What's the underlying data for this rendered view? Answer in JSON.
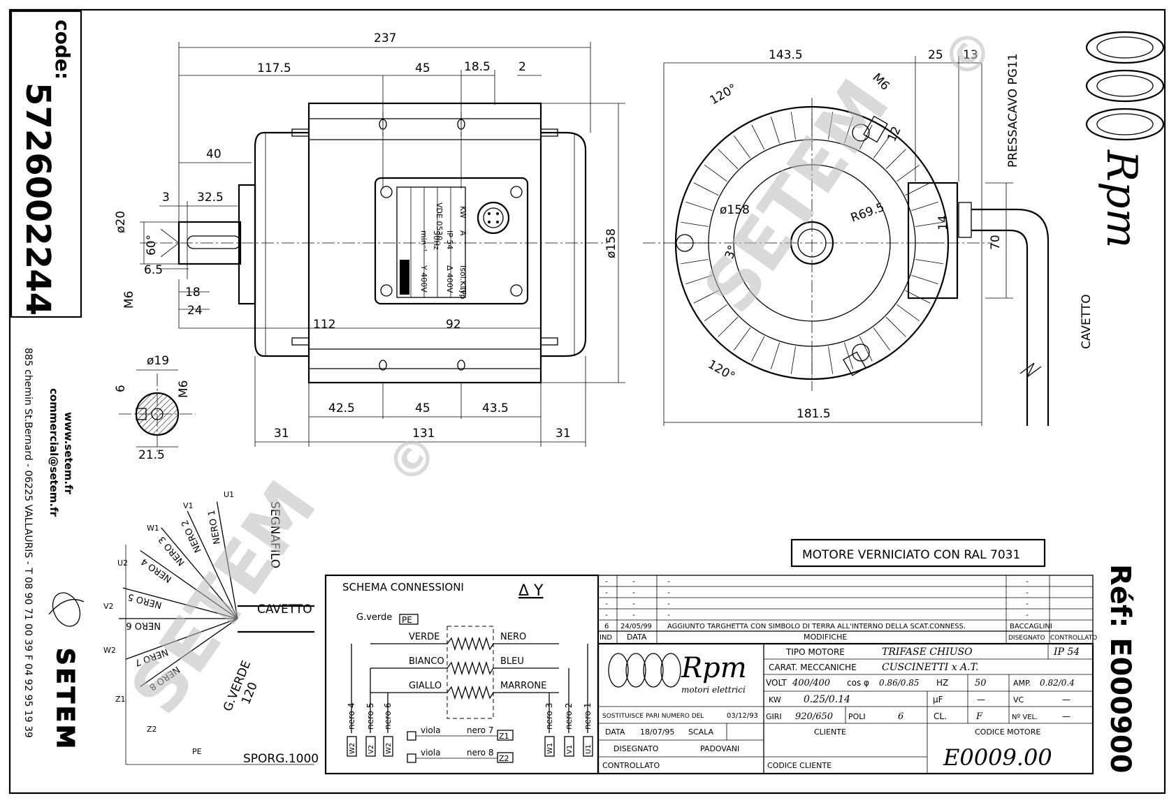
{
  "code": {
    "label": "code:",
    "number": "5726002244"
  },
  "contact": {
    "web": "www.setem.fr",
    "email": "commercial@setem.fr",
    "address": "885 chemin St.Bernard - 06225 VALLAURIS - T 08 90 71 00 39 F 04 92 95 19 39"
  },
  "brand": {
    "setem": "SETEM",
    "watermark": "SETEM",
    "watermark_mark": "©",
    "rpm": "Rpm",
    "rpm_sub": "motori elettrici",
    "ref": "Réf: E000900"
  },
  "front_view": {
    "dims": {
      "overall": "237",
      "d117": "117.5",
      "d45a": "45",
      "d18": "18.5",
      "d2": "2",
      "d40": "40",
      "d3": "3",
      "d32": "32.5",
      "d6_5": "6.5",
      "d18b": "18",
      "d24": "24",
      "d112": "112",
      "d92": "92",
      "d42": "42.5",
      "d45b": "45",
      "d43": "43.5",
      "d31a": "31",
      "d131": "131",
      "d31b": "31",
      "dia158": "ø158",
      "dia20": "ø20",
      "ang60": "60°",
      "m6": "M6"
    },
    "nameplate": {
      "typ_label": "Typ",
      "typ": "VDE 0530",
      "ip": "IP 54",
      "cl": "Isol.Kl.F",
      "v1": "Δ 400V",
      "v2": "Y 400V",
      "hz": "50Hz",
      "rpm": "min⁻¹",
      "kw": "KW",
      "a": "A"
    }
  },
  "shaft_section": {
    "dia": "ø19",
    "w": "6",
    "m6": "M6",
    "d21": "21.5"
  },
  "side_view": {
    "dims": {
      "d143": "143.5",
      "d25": "25",
      "d13": "13",
      "d181": "181.5",
      "m6": "M6",
      "ang120a": "120°",
      "ang120b": "120°",
      "dia158": "ø158",
      "r69": "R69.5",
      "ang3": "3°",
      "d12": "12",
      "d14": "14",
      "d70": "70"
    },
    "pressacavo": "PRESSACAVO PG11",
    "cavetto": "CAVETTO"
  },
  "wiring": {
    "wires": [
      "NERO 1",
      "NERO 2",
      "NERO 3",
      "NERO 4",
      "NERO 5",
      "NERO 6",
      "NERO 7",
      "NERO 8"
    ],
    "terminals": [
      "U1",
      "V1",
      "W1",
      "U2",
      "V2",
      "W2",
      "Z1",
      "Z2",
      "PE"
    ],
    "segnafilo": "SEGNAFILO",
    "cavetto": "CAVETTO",
    "gverde": "G.VERDE",
    "d120": "120",
    "sporg": "SPORG.1000"
  },
  "note": "MOTORE VERNICIATO CON RAL 7031",
  "schema": {
    "title": "SCHEMA CONNESSIONI",
    "conn": "Δ Y",
    "earth": "G.verde",
    "pe": "PE",
    "rows": [
      {
        "left": "VERDE",
        "right": "NERO"
      },
      {
        "left": "BIANCO",
        "right": "BLEU"
      },
      {
        "left": "GIALLO",
        "right": "MARRONE"
      }
    ],
    "nero_left": [
      "nero 4",
      "nero 5",
      "nero 6"
    ],
    "nero_right": [
      "nero 3",
      "nero 2",
      "nero 1"
    ],
    "term_left": [
      "W2",
      "V2",
      "W2"
    ],
    "term_right": [
      "W1",
      "V1",
      "U1"
    ],
    "viola": [
      {
        "label": "viola",
        "nero": "nero 7",
        "term": "Z1"
      },
      {
        "label": "viola",
        "nero": "nero 8",
        "term": "Z2"
      }
    ]
  },
  "revisions": {
    "empty_rows": [
      [
        "-",
        "-",
        "-",
        "-"
      ],
      [
        "-",
        "-",
        "-",
        "-"
      ],
      [
        "-",
        "-",
        "-",
        "-"
      ],
      [
        "-",
        "-",
        "-",
        "-"
      ]
    ],
    "row6": {
      "ind": "6",
      "data": "24/05/99",
      "mod": "AGGIUNTO TARGHETTA CON SIMBOLO DI TERRA ALL'INTERNO DELLA SCAT.CONNESS.",
      "dis": "BACCAGLINI",
      "con": ""
    },
    "head": {
      "ind": "IND",
      "data": "DATA",
      "mod": "MODIFICHE",
      "dis": "DISEGNATO",
      "con": "CONTROLLATO"
    }
  },
  "title_block": {
    "tipo_label": "TIPO MOTORE",
    "tipo": "TRIFASE CHIUSO",
    "ip": "IP 54",
    "carat_label": "CARAT. MECCANICHE",
    "carat": "CUSCINETTI x A.T.",
    "volt_label": "VOLT",
    "volt": "400/400",
    "cos_label": "cos φ",
    "cos": "0.86/0.85",
    "hz_label": "HZ",
    "hz": "50",
    "amp_label": "AMP.",
    "amp": "0.82/0.4",
    "kw_label": "KW",
    "kw": "0.25/0.14",
    "uf_label": "μF",
    "uf": "—",
    "vc_label": "VC",
    "vc": "—",
    "giri_label": "GIRI",
    "giri": "920/650",
    "poli_label": "POLI",
    "poli": "6",
    "cl_label": "CL.",
    "cl": "F",
    "nvel_label": "Nº VEL.",
    "nvel": "—",
    "sostituisce": "SOSTITUISCE PARI NUMERO DEL",
    "sost_date": "03/12/93",
    "data_label": "DATA",
    "data": "18/07/95",
    "scala": "SCALA",
    "cliente_label": "CLIENTE",
    "codice_motore_label": "CODICE MOTORE",
    "disegnato_label": "DISEGNATO",
    "disegnato": "PADOVANI",
    "controllato_label": "CONTROLLATO",
    "codice_cliente_label": "CODICE CLIENTE",
    "codice_motore": "E0009.00"
  }
}
